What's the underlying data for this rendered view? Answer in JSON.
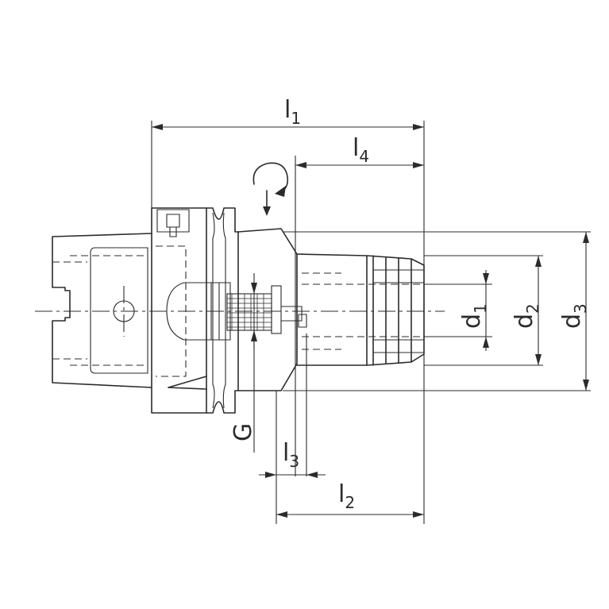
{
  "labels": {
    "l1": {
      "main": "l",
      "sub": "1"
    },
    "l2": {
      "main": "l",
      "sub": "2"
    },
    "l3": {
      "main": "l",
      "sub": "3"
    },
    "l4": {
      "main": "l",
      "sub": "4"
    },
    "d1": {
      "main": "d",
      "sub": "1"
    },
    "d2": {
      "main": "d",
      "sub": "2"
    },
    "d3": {
      "main": "d",
      "sub": "3"
    },
    "g": "G"
  },
  "colors": {
    "line": "#2b2b2b",
    "background": "#ffffff"
  },
  "icons": {
    "rotation": "rotation-direction-icon"
  }
}
